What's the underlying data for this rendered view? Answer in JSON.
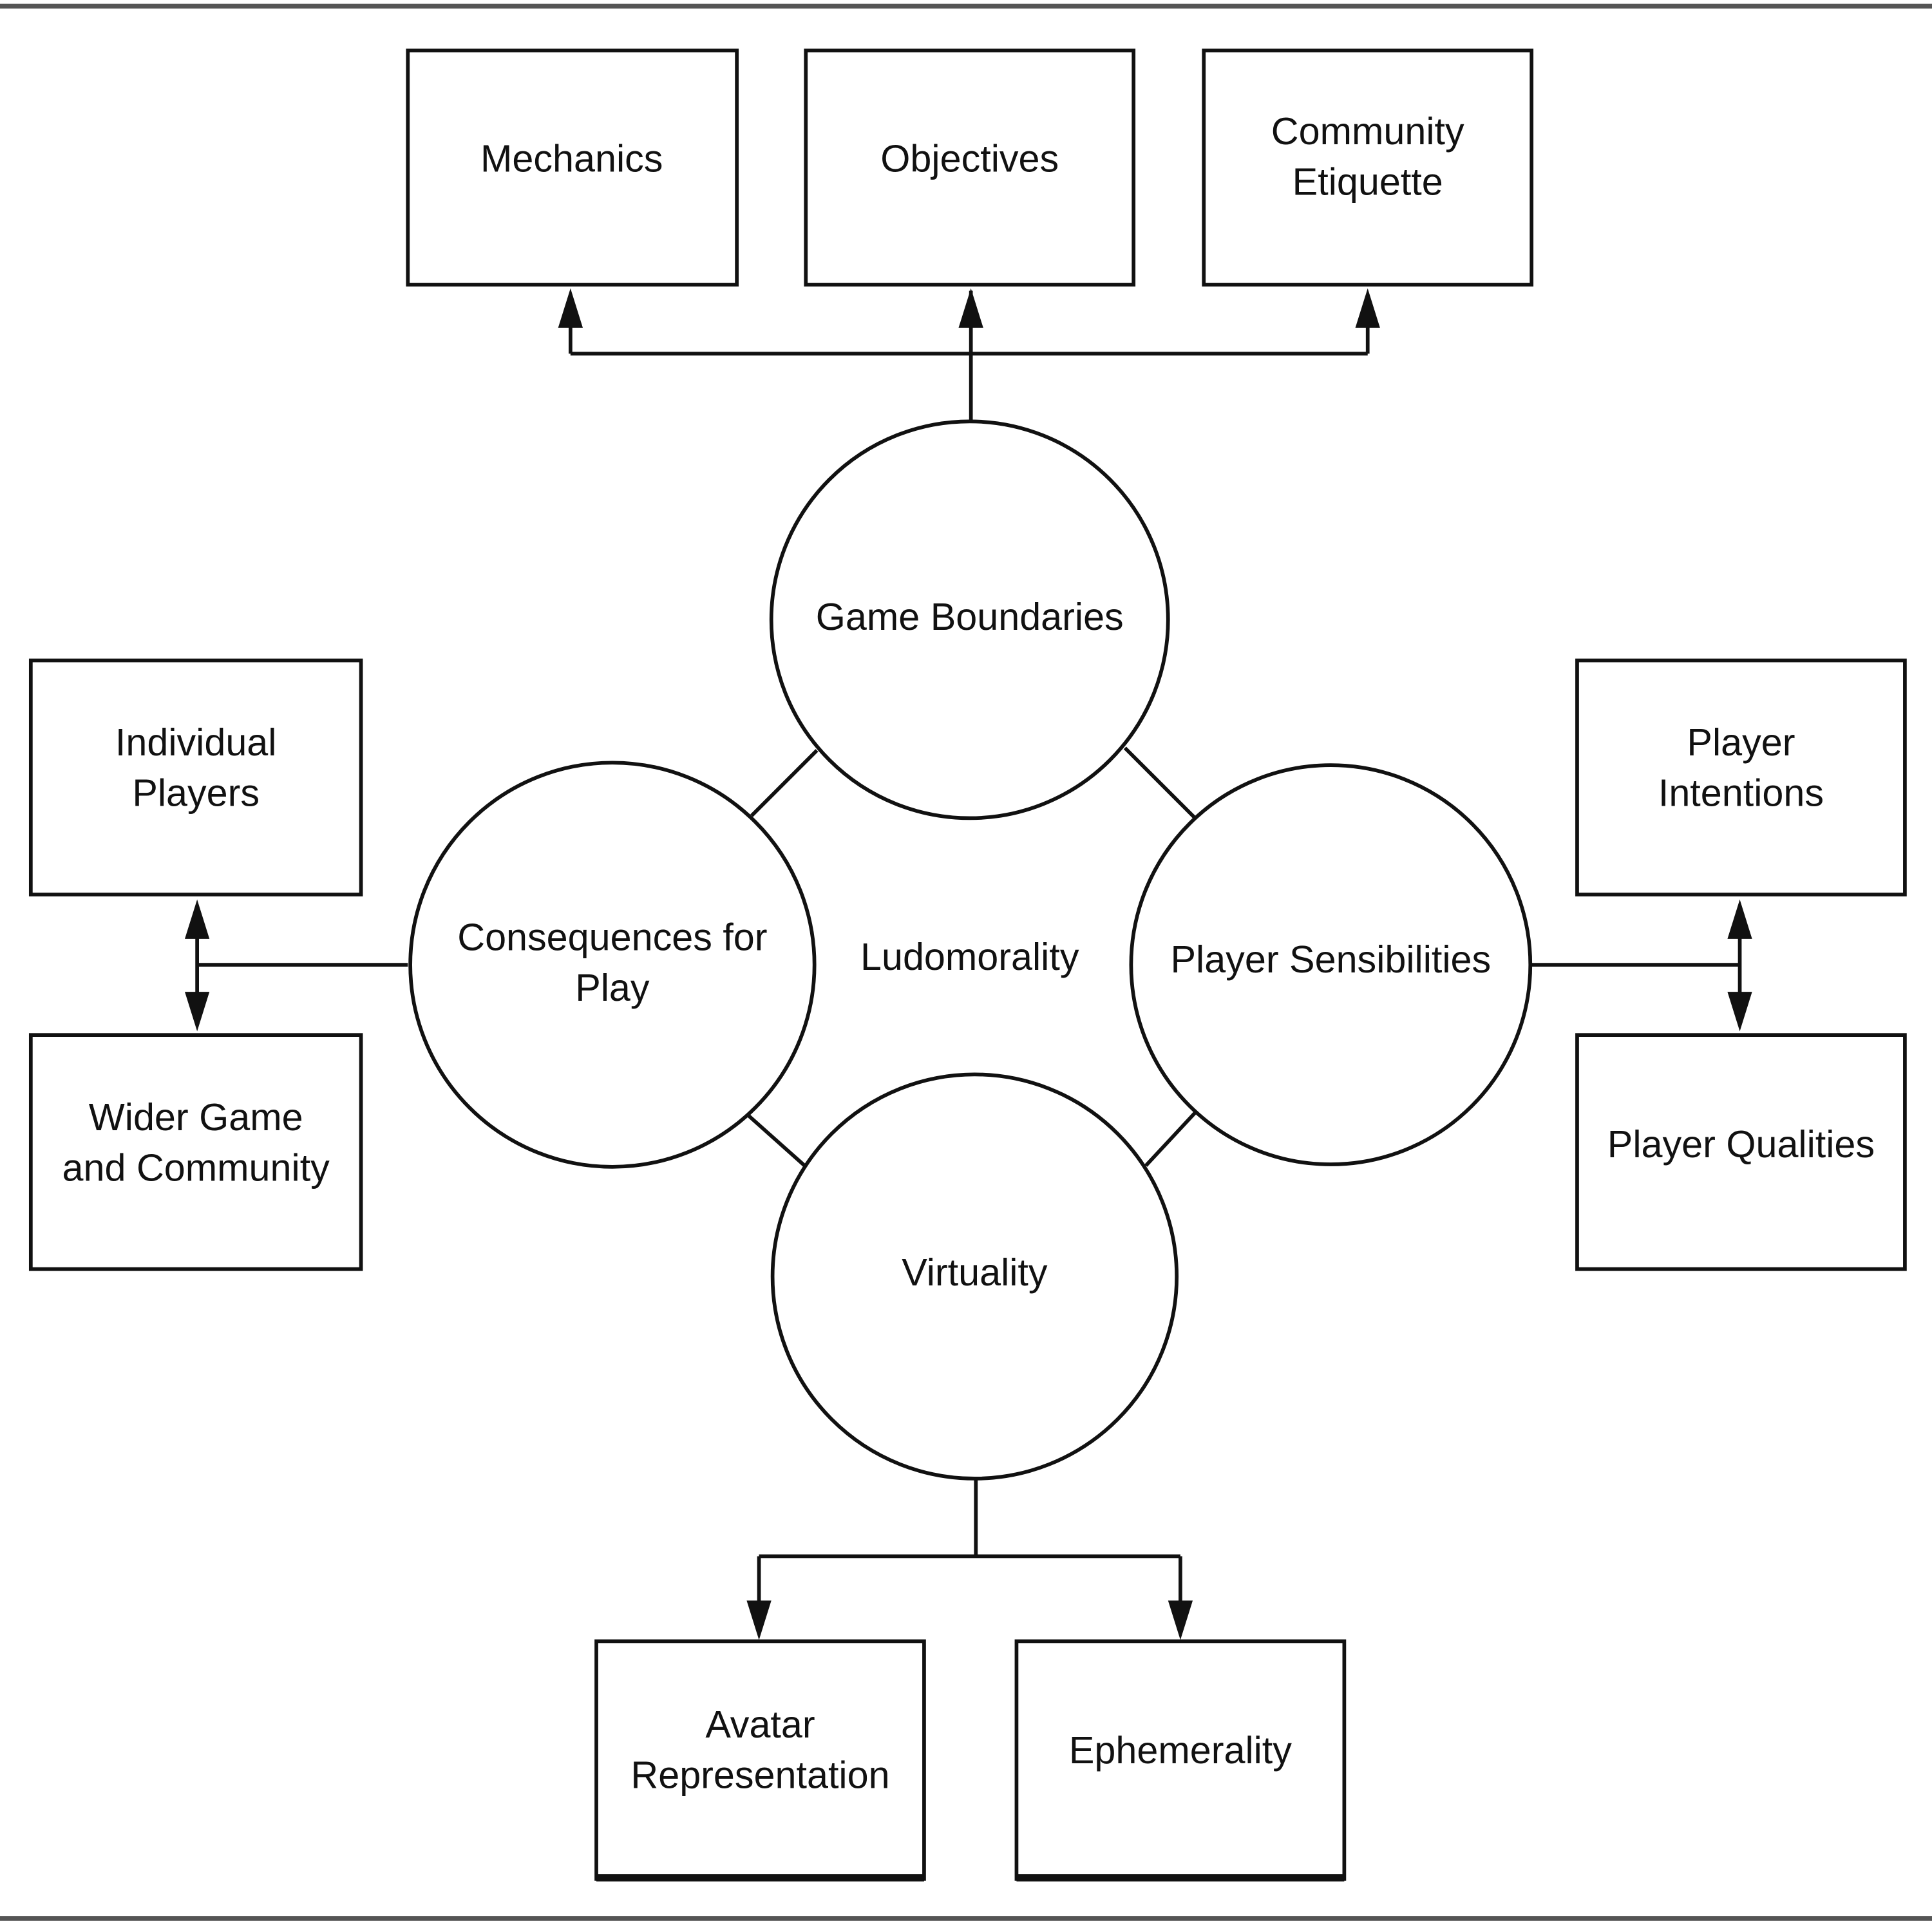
{
  "diagram": {
    "center_label": "Ludomorality",
    "circles": {
      "game_boundaries": "Game Boundaries",
      "consequences": [
        "Consequences for",
        "Play"
      ],
      "player_sensibilities": "Player Sensibilities",
      "virtuality": "Virtuality"
    },
    "boxes": {
      "mechanics": "Mechanics",
      "objectives": "Objectives",
      "community_etiquette": [
        "Community",
        "Etiquette"
      ],
      "individual_players": [
        "Individual",
        "Players"
      ],
      "wider_game": [
        "Wider Game",
        "and Community"
      ],
      "player_intentions": [
        "Player",
        "Intentions"
      ],
      "player_qualities": "Player Qualities",
      "avatar_representation": [
        "Avatar",
        "Representation"
      ],
      "ephemerality": "Ephemerality"
    }
  }
}
